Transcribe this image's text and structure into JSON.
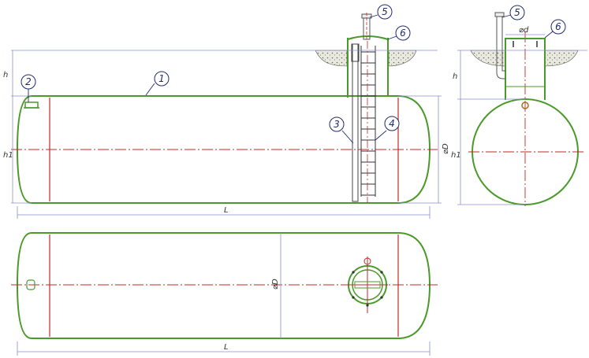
{
  "colors": {
    "body_outline": "#4a9a2a",
    "center_line": "#c62828",
    "dimension_line": "#8a8fd0",
    "leader_line": "#1f2a6e",
    "ground": "#d9d9c9"
  },
  "callouts": [
    {
      "num": "1"
    },
    {
      "num": "2"
    },
    {
      "num": "3"
    },
    {
      "num": "4"
    },
    {
      "num": "5"
    },
    {
      "num": "6"
    }
  ],
  "side_view": {
    "height_label": "h",
    "lower_height_label": "h1",
    "length_label": "L",
    "diameter_label": "⌀D"
  },
  "end_view": {
    "height_label": "h",
    "lower_height_label": "h1",
    "neck_diameter_label": "⌀d"
  },
  "plan_view": {
    "length_label": "L",
    "diameter_label": "⌀D"
  }
}
